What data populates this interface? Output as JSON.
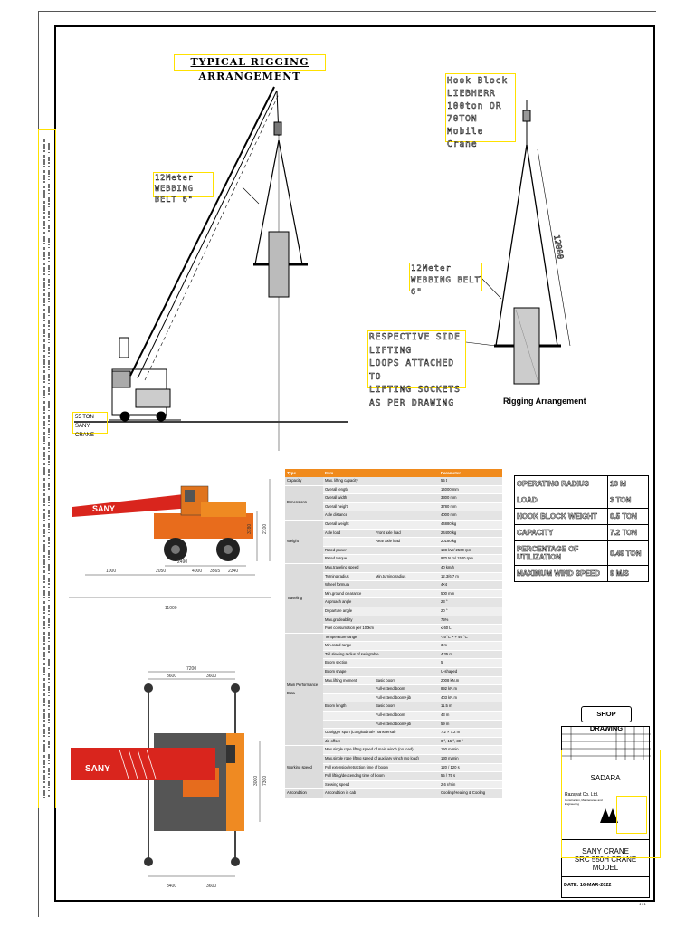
{
  "drawing": {
    "title": "TYPICAL RIGGING ARRANGEMENT",
    "hook_block": [
      "Hook Block",
      "LIEBHERR",
      "100ton OR 70TON",
      "Mobile",
      "Crane"
    ],
    "belt_left": [
      "12Meter",
      "WEBBING BELT 6\""
    ],
    "belt_right": [
      "12Meter",
      "WEBBING BELT 6\""
    ],
    "lifting_note": [
      "RESPECTIVE SIDE LIFTING",
      "LOOPS ATTACHED TO",
      "LIFTING SOCKETS",
      "AS PER DRAWING"
    ],
    "crane_label": [
      "55 TON",
      "SANY CRANE"
    ],
    "dim_12000": "12000",
    "rigging_caption": "Rigging Arrangement"
  },
  "crane_side": {
    "brand": "SANY",
    "dims": [
      "1000",
      "2050",
      "4000",
      "2490",
      "3565",
      "2340",
      "3780",
      "2100",
      "11000"
    ]
  },
  "crane_top": {
    "brand": "SANY",
    "dims": [
      "7200",
      "3600",
      "3600",
      "3400",
      "3600",
      "3000",
      "7300"
    ]
  },
  "spec": {
    "headers": [
      "Type",
      "Item",
      "Parameter"
    ],
    "rows": [
      [
        "Capacity",
        "Max. lifting capacity",
        "",
        "55 t"
      ],
      [
        "Dimensions",
        "Overall length",
        "",
        "14000 mm"
      ],
      [
        "",
        "Overall width",
        "",
        "3300 mm"
      ],
      [
        "",
        "Overall height",
        "",
        "3780 mm"
      ],
      [
        "",
        "Axle distance",
        "",
        "4000 mm"
      ],
      [
        "Weight",
        "Overall weight",
        "",
        "44880 kg"
      ],
      [
        "",
        "Axle load",
        "Front axle load",
        "24400 kg"
      ],
      [
        "",
        "",
        "Rear axle load",
        "20180 kg"
      ],
      [
        "",
        "Rated power",
        "",
        "198 kW/ 2500 rpm"
      ],
      [
        "",
        "Rated torque",
        "",
        "970 N.m/ 1500 rpm"
      ],
      [
        "Traveling",
        "Max.traveling speed",
        "",
        "40 km/h"
      ],
      [
        "",
        "Turning radius",
        "Min.turning radius",
        "12.3/6.7 m"
      ],
      [
        "",
        "Wheel formula",
        "",
        "4×4"
      ],
      [
        "",
        "Min.ground clearance",
        "",
        "500 mm"
      ],
      [
        "",
        "Approach angle",
        "",
        "23 °"
      ],
      [
        "",
        "Departure angle",
        "",
        "20 °"
      ],
      [
        "",
        "Max.gradeability",
        "",
        "75%"
      ],
      [
        "",
        "Fuel consumption per 100km",
        "",
        "≤ 60 L"
      ],
      [
        "Main Performance Data",
        "Temperature range",
        "",
        "-20°C ~ + 46 °C"
      ],
      [
        "",
        "Min.rated range",
        "",
        "3 m"
      ],
      [
        "",
        "Tail slewing radius of swingtable",
        "",
        "4.35 m"
      ],
      [
        "",
        "Boom section",
        "",
        "5"
      ],
      [
        "",
        "Boom shape",
        "",
        "U-shaped"
      ],
      [
        "",
        "Max.lifting moment",
        "Basic boom",
        "2008 kN.m"
      ],
      [
        "",
        "",
        "Full-extend boom",
        "892 kN.m"
      ],
      [
        "",
        "",
        "Full-extend boom+jib",
        "403 kN.m"
      ],
      [
        "",
        "Boom length",
        "Basic boom",
        "11.5 m"
      ],
      [
        "",
        "",
        "Full-extend boom",
        "43 m"
      ],
      [
        "",
        "",
        "Full-extend boom+jib",
        "59 m"
      ],
      [
        "",
        "Outrigger span (Longitudinal×Transversal)",
        "",
        "7.2 × 7.2 m"
      ],
      [
        "",
        "Jib offset",
        "",
        "0 °, 15 °, 30 °"
      ],
      [
        "Working speed",
        "Max.single rope lifting speed of main winch (no load)",
        "",
        "150 m/min"
      ],
      [
        "",
        "Max.single rope lifting speed of auxiliary winch (no load)",
        "",
        "130 m/min"
      ],
      [
        "",
        "Full extension/retraction time of boom",
        "",
        "120 / 120 s"
      ],
      [
        "",
        "Full lifting/descending time of boom",
        "",
        "55 / 75 s"
      ],
      [
        "",
        "Slewing speed",
        "",
        "2.6 r/min"
      ],
      [
        "Aircondition",
        "Aircondition in cab",
        "",
        "Cooling/Heating & Cooling"
      ]
    ]
  },
  "info": [
    {
      "label": "OPERATING RADIUS",
      "value": "10 M"
    },
    {
      "label": "LOAD",
      "value": "3 TON"
    },
    {
      "label": "HOOK BLOCK WEIGHT",
      "value": "0.5 TON"
    },
    {
      "label": "CAPACITY",
      "value": "7.2 TON"
    },
    {
      "label": "PERCENTAGE OF UTILIZATION",
      "value": "0.49 TON"
    },
    {
      "label": "MAXIMUM WIND SPEED",
      "value": "9 M/S"
    }
  ],
  "title_block": {
    "shop_drawing": "SHOP DRAWING",
    "client": "SADARA",
    "company": "Razayat Co. Ltd.",
    "company_sub": "Construction, Maintenance and Engineering",
    "project_line1": "SANY CRANE",
    "project_line2": "SRC 550H CRANE MODEL",
    "date": "DATE: 16-MAR-2022",
    "sheet": "1 / 1"
  }
}
